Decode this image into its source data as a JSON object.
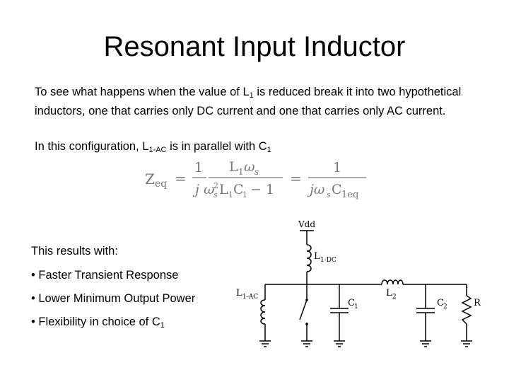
{
  "title": "Resonant Input Inductor",
  "intro": {
    "text_before": "To see what happens when the value of L",
    "sub1": "1",
    "text_after": " is reduced break it into two hypothetical inductors, one that carries only DC current and one that carries only AC current."
  },
  "config": {
    "text_before": "In this configuration, L",
    "sub1": "1-AC",
    "text_mid": " is in parallel with C",
    "sub2": "1"
  },
  "equation": {
    "lhs": "Z",
    "lhs_sub": "eq",
    "eq1": "=",
    "frac1_num": "1",
    "frac1_den": "j",
    "frac2_num": "L",
    "frac2_num_sub": "1",
    "frac2_num_omega": "ω",
    "frac2_num_omega_sub": "s",
    "frac2_den": "ω",
    "frac2_den_sup": "2",
    "frac2_den_sub": "s",
    "frac2_den_rest": "L",
    "frac2_den_L_sub": "1",
    "frac2_den_C": "C",
    "frac2_den_C_sub": "1",
    "frac2_den_minus": "− 1",
    "eq2": "=",
    "frac3_num": "1",
    "frac3_den": "jω",
    "frac3_den_sub": "s",
    "frac3_den_C": "C",
    "frac3_den_C_sub": "1eq"
  },
  "results": {
    "heading": "This results with:",
    "bullets": [
      {
        "text": "• Faster Transient Response",
        "sub": ""
      },
      {
        "text": "• Lower Minimum Output Power",
        "sub": ""
      },
      {
        "text": "• Flexibility in choice of C",
        "sub": "1"
      }
    ]
  },
  "circuit": {
    "vdd": "Vdd",
    "l1dc": "L",
    "l1dc_sub": "1-DC",
    "l1ac": "L",
    "l1ac_sub": "1-AC",
    "c1": "C",
    "c1_sub": "1",
    "l2": "L",
    "l2_sub": "2",
    "c2": "C",
    "c2_sub": "2",
    "r": "R"
  }
}
